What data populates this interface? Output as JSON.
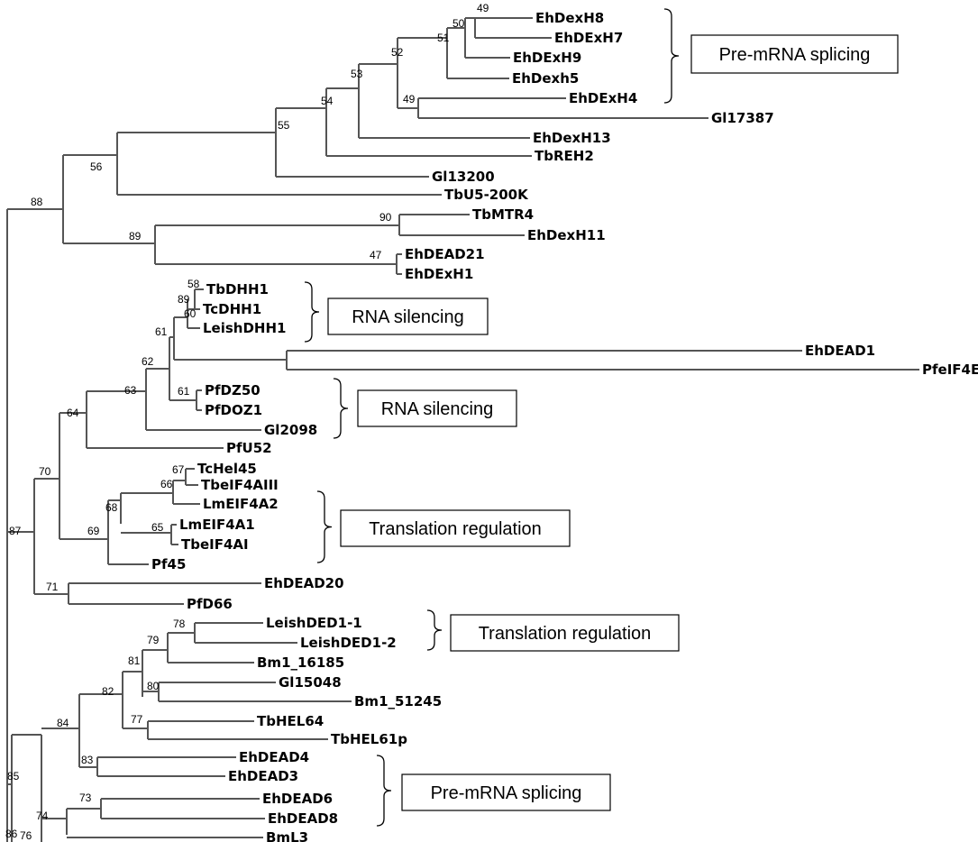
{
  "leaves": {
    "l_ehdexh8": "EhDexH8",
    "l_ehdexh7": "EhDExH7",
    "l_ehdexh9": "EhDExH9",
    "l_ehdexh5": "EhDexh5",
    "l_ehdexh4": "EhDExH4",
    "l_gi17387": "Gl17387",
    "l_ehdexh13": "EhDexH13",
    "l_tbreh2": "TbREH2",
    "l_gi13200": "Gl13200",
    "l_tbu5": "TbU5-200K",
    "l_tbmtr4": "TbMTR4",
    "l_ehdexh11": "EhDexH11",
    "l_ehdead21": "EhDEAD21",
    "l_ehdexh1": "EhDExH1",
    "l_tbdhh1": "TbDHH1",
    "l_tcdhh1": "TcDHH1",
    "l_leishdhh1": "LeishDHH1",
    "l_ehdead1": "EhDEAD1",
    "l_pfeif4e": "PfeIF4E",
    "l_pfdz50": "PfDZ50",
    "l_pfdoz1": "PfDOZ1",
    "l_gi2098": "Gl2098",
    "l_pfu52": "PfU52",
    "l_tchel45": "TcHel45",
    "l_tbeif4aiii": "TbeIF4AIII",
    "l_lmeif4a2": "LmEIF4A2",
    "l_lmeif4a1": "LmEIF4A1",
    "l_tbeif4ai": "TbeIF4AI",
    "l_pf45": "Pf45",
    "l_ehdead20": "EhDEAD20",
    "l_pfd66": "PfD66",
    "l_leishded1_1": "LeishDED1-1",
    "l_leishded1_2": "LeishDED1-2",
    "l_bm16185": "Bm1_16185",
    "l_gi15048": "Gl15048",
    "l_bm51245": "Bm1_51245",
    "l_tbhel64": "TbHEL64",
    "l_tbhel61p": "TbHEL61p",
    "l_ehdead4": "EhDEAD4",
    "l_ehdead3": "EhDEAD3",
    "l_ehdead6": "EhDEAD6",
    "l_ehdead8": "EhDEAD8",
    "l_bml3": "BmL3"
  },
  "bootstrap": {
    "b49a": "49",
    "b50": "50",
    "b51": "51",
    "b52": "52",
    "b49b": "49",
    "b53": "53",
    "b54": "54",
    "b55": "55",
    "b56": "56",
    "b88": "88",
    "b90": "90",
    "b89": "89",
    "b47": "47",
    "b58": "58",
    "b89b": "89",
    "b60": "60",
    "b61": "61",
    "b62": "62",
    "b61b": "61",
    "b63": "63",
    "b64": "64",
    "b70": "70",
    "b67": "67",
    "b66": "66",
    "b68": "68",
    "b65": "65",
    "b69": "69",
    "b87": "87",
    "b71": "71",
    "b78": "78",
    "b79": "79",
    "b81": "81",
    "b80": "80",
    "b82": "82",
    "b77": "77",
    "b84": "84",
    "b83": "83",
    "b85": "85",
    "b73": "73",
    "b74": "74",
    "b86": "86",
    "b76": "76"
  },
  "groups": {
    "g1": "Pre-mRNA splicing",
    "g2": "RNA silencing",
    "g3": "RNA silencing",
    "g4": "Translation regulation",
    "g5": "Translation regulation",
    "g6": "Pre-mRNA splicing"
  }
}
